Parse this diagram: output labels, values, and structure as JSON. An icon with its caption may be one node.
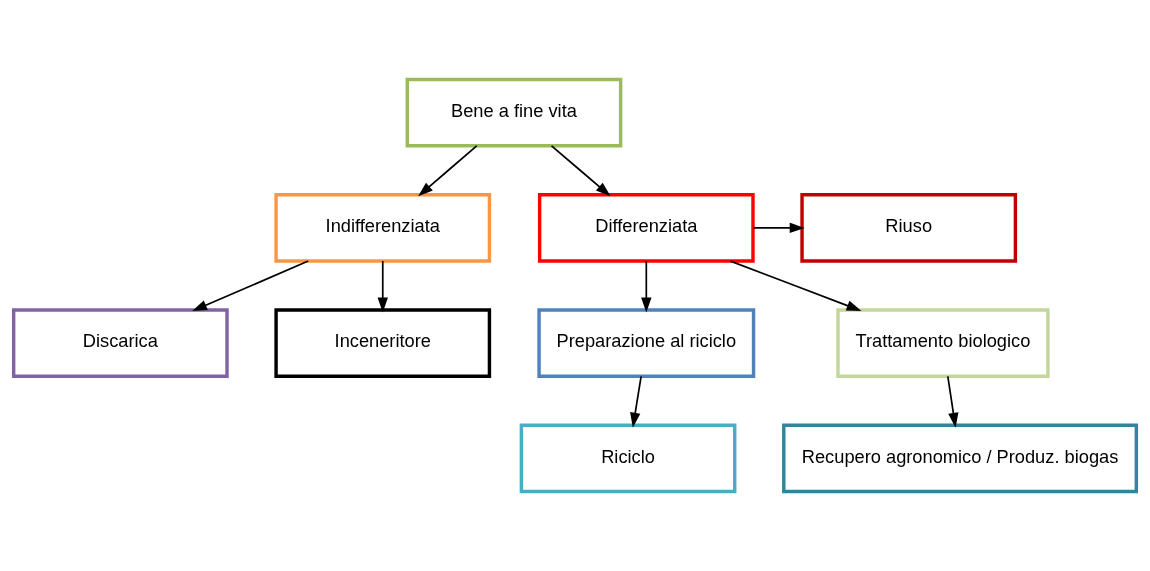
{
  "diagram": {
    "nodes": [
      {
        "text": [
          "Bene a fine vita"
        ]
      },
      {
        "text": [
          "Indifferenziata"
        ]
      },
      {
        "text": [
          "Differenziata"
        ]
      },
      {
        "text": [
          "Riuso"
        ]
      },
      {
        "text": [
          "Discarica"
        ]
      },
      {
        "text": [
          "Inceneritore"
        ]
      },
      {
        "text": [
          "Preparazione al riciclo"
        ]
      },
      {
        "text": [
          "Trattamento biologico"
        ]
      },
      {
        "text": [
          "Riciclo"
        ]
      },
      {
        "text": [
          "Recupero agronomico / Produz. biogas"
        ]
      }
    ],
    "edges": [
      {
        "from": 0,
        "to": 1,
        "arrow": "to"
      },
      {
        "from": 0,
        "to": 2,
        "arrow": "to"
      },
      {
        "from": 2,
        "to": 3,
        "arrow": "to"
      },
      {
        "from": 1,
        "to": 4,
        "arrow": "to"
      },
      {
        "from": 1,
        "to": 5,
        "arrow": "to"
      },
      {
        "from": 2,
        "to": 6,
        "arrow": "to"
      },
      {
        "from": 2,
        "to": 7,
        "arrow": "to"
      },
      {
        "from": 6,
        "to": 8,
        "arrow": "to"
      },
      {
        "from": 7,
        "to": 9,
        "arrow": "to"
      }
    ]
  }
}
